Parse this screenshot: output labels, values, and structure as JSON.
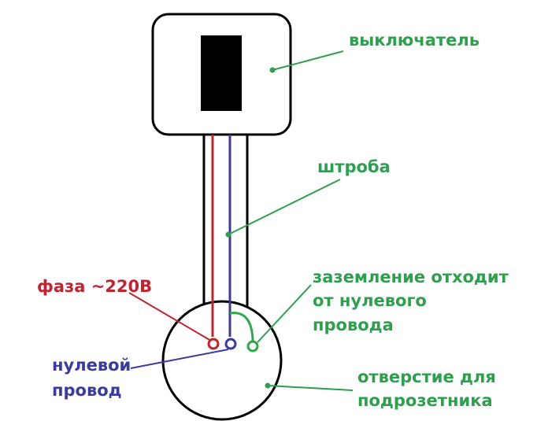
{
  "colors": {
    "label_green": "#2e9e4f",
    "phase_red": "#c3222f",
    "neutral_blue": "#3b3a9e",
    "ground_green": "#2ea84a",
    "outline": "#000000"
  },
  "labels": {
    "switch": "выключатель",
    "channel": "штроба",
    "phase": "фаза ~220В",
    "ground_line1": "заземление отходит",
    "ground_line2": "от нулевого",
    "ground_line3": "провода",
    "neutral_line1": "нулевой",
    "neutral_line2": "провод",
    "hole_line1": "отверстие для",
    "hole_line2": "подрозетника"
  }
}
